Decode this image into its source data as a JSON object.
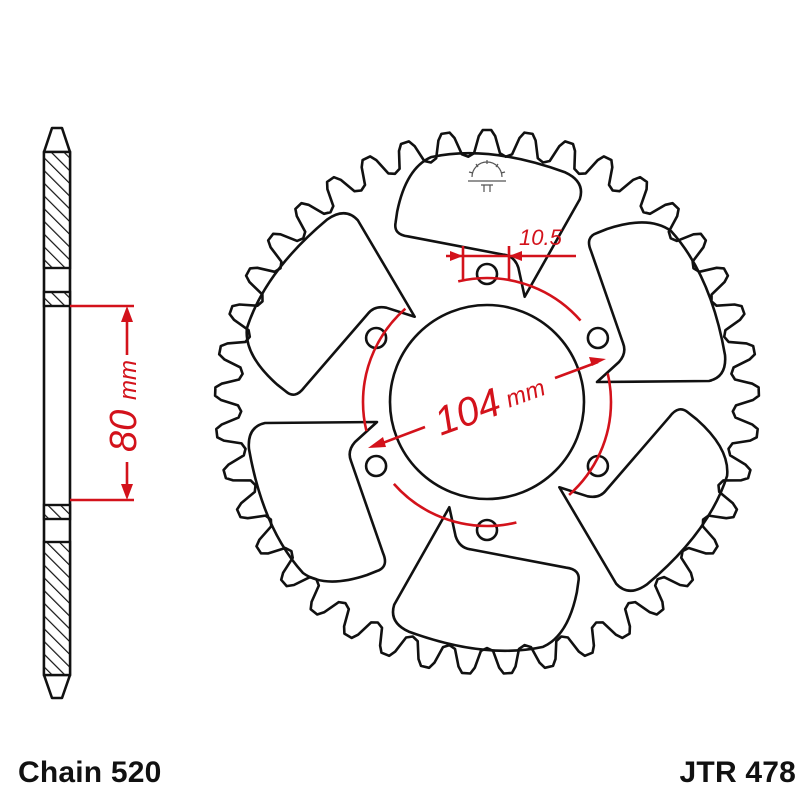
{
  "dimensions": {
    "hub_width": {
      "value": "80",
      "unit": "mm"
    },
    "bolt_circle": {
      "value": "104",
      "unit": "mm"
    },
    "bolt_hole": {
      "value": "10.5"
    }
  },
  "footer": {
    "chain_label": "Chain 520",
    "part_number": "JTR 478"
  },
  "sprocket": {
    "teeth": 41,
    "bolt_holes": 6,
    "lightening_holes": 6
  },
  "colors": {
    "outline": "#111111",
    "dimension": "#d3121b",
    "background": "#ffffff"
  }
}
